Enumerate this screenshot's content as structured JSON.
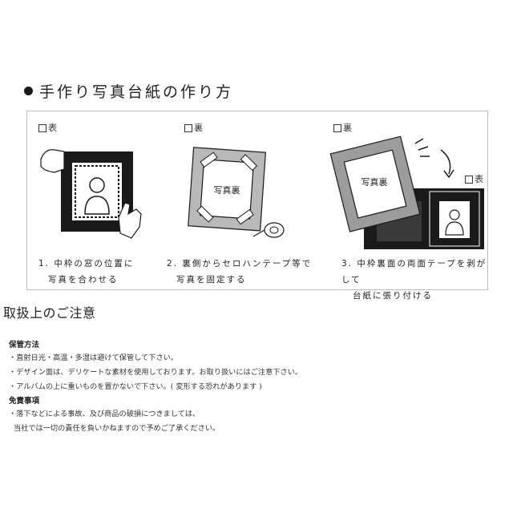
{
  "title": "手作り写真台紙の作り方",
  "steps": [
    {
      "label": "表",
      "caption_line1": "1. 中枠の窓の位置に",
      "caption_line2": "写真を合わせる"
    },
    {
      "label": "裏",
      "caption_line1": "2. 裏側からセロハンテープ等で",
      "caption_line2": "写真を固定する",
      "photo_text": "写真裏"
    },
    {
      "label": "裏",
      "caption_line1": "3. 中枠裏面の両面テープを剥がして",
      "caption_line2": "台紙に張り付ける",
      "photo_text": "写真裏",
      "inset_label": "表"
    }
  ],
  "notes": {
    "heading": "取扱上のご注意",
    "storage_title": "保管方法",
    "storage_lines": [
      "・直射日光・高温・多湿は避けて保管して下さい。",
      "・デザイン面は、デリケートな素材を使用しております。お取り扱いにはご注意下さい。",
      "・アルバムの上に重いものを置かないで下さい。( 変形する恐れがあります )"
    ],
    "disclaimer_title": "免責事項",
    "disclaimer_lines": [
      "・落下などによる事故、及び商品の破損につきましては、",
      "当社では一切の責任を負いかねますので予めご了承ください。"
    ]
  },
  "colors": {
    "frame_black": "#1a1a1a",
    "mat_gray": "#b9b9b9",
    "border": "#bdbdbd"
  }
}
